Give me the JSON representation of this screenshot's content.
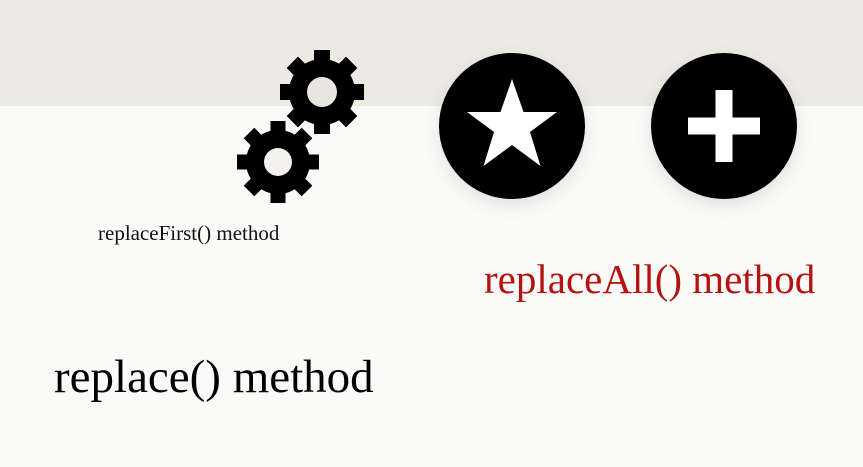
{
  "labels": {
    "replace_first": "replaceFirst() method",
    "replace_all": "replaceAll() method",
    "replace": "replace() method"
  },
  "icons": {
    "gears": "gears-icon",
    "star": "star-circle-icon",
    "plus": "plus-circle-icon"
  },
  "colors": {
    "background": "#fafaf8",
    "top_band": "#edeae3",
    "icon": "#000000",
    "accent_label": "#b5130f",
    "text": "#000000"
  }
}
